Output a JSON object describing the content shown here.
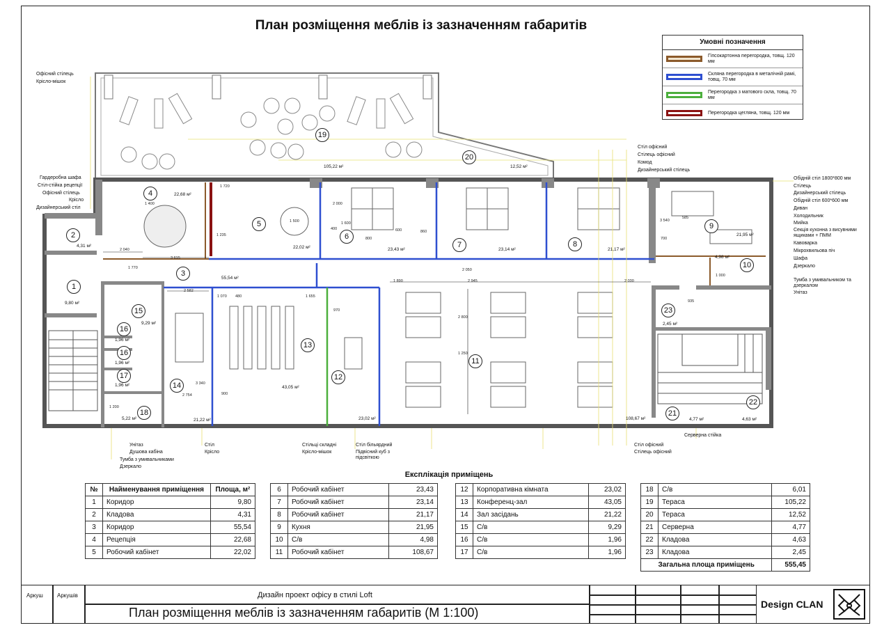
{
  "title": "План розміщення меблів із зазначенням габаритів",
  "legend": {
    "title": "Умовні позначення",
    "items": [
      {
        "label": "Гіпсокартонна перегородка, товщ. 120 мм",
        "color": "#8b5a2b"
      },
      {
        "label": "Скляна перегородка в металічній рамі, товщ. 70 мм",
        "color": "#2e4fd0"
      },
      {
        "label": "Перегородка з матового скла, товщ. 70 мм",
        "color": "#4caf3c"
      },
      {
        "label": "Перегородка цегляна, товщ. 120 мм",
        "color": "#8a1212"
      }
    ]
  },
  "callouts": {
    "top_left": [
      "Офісний стілець",
      "Крісло-мішок"
    ],
    "left": [
      "Гардеробна шафа",
      "Стіл-стійка рецепції",
      "Офісний стілець",
      "Крісло",
      "Дизайнерський стіл"
    ],
    "top_center": [
      "Стіл офісний",
      "Стілець офісний",
      "Комод",
      "Дизайнерський стілець"
    ],
    "right": [
      "Обідній стіл 1800*800 мм",
      "Стілець",
      "Дизайнерський стілець",
      "Обідній стіл 600*600 мм",
      "Диван",
      "Холодильник",
      "Мийка",
      "Секція кухонна з висувними ящиками + ПММ",
      "Кавоварка",
      "Мікрохвильова піч",
      "Шафа",
      "Дзеркало",
      "Тумба з умивальником та дзеркалом",
      "Унітаз"
    ],
    "bottom_wc": [
      "Унітаз",
      "Душова кабіна",
      "Тумба з умивальниками",
      "Дзеркало"
    ],
    "bottom_meet": [
      "Стіл",
      "Крісло"
    ],
    "bottom_conf": [
      "Стільці складні",
      "Крісло-мішок"
    ],
    "bottom_corp": [
      "Стіл більярдний",
      "Підвісний куб з підсвіткою"
    ],
    "bottom_office": [
      "Стіл офісний",
      "Стілець офісний"
    ],
    "bottom_server": "Серверна стійка"
  },
  "rooms": [
    {
      "no": "1",
      "area": "9,80 м²"
    },
    {
      "no": "2",
      "area": "4,31 м²"
    },
    {
      "no": "3",
      "area": "55,54 м²"
    },
    {
      "no": "4",
      "area": "22,68 м²"
    },
    {
      "no": "5",
      "area": "22,02 м²"
    },
    {
      "no": "6",
      "area": "23,43 м²"
    },
    {
      "no": "7",
      "area": "23,14 м²"
    },
    {
      "no": "8",
      "area": "21,17 м²"
    },
    {
      "no": "9",
      "area": "21,95 м²"
    },
    {
      "no": "10",
      "area": "4,98 м²"
    },
    {
      "no": "11",
      "area": "108,67 м²"
    },
    {
      "no": "12",
      "area": "23,02 м²"
    },
    {
      "no": "13",
      "area": "43,05 м²"
    },
    {
      "no": "14",
      "area": "21,22 м²"
    },
    {
      "no": "15",
      "area": "9,29 м²"
    },
    {
      "no": "16",
      "area": "1,96 м²"
    },
    {
      "no": "16",
      "area": "1,96 м²"
    },
    {
      "no": "17",
      "area": "1,96 м²"
    },
    {
      "no": "18",
      "area": "5,22 м²"
    },
    {
      "no": "19",
      "area": "105,22 м²"
    },
    {
      "no": "20",
      "area": "12,52 м²"
    },
    {
      "no": "21",
      "area": "4,77 м²"
    },
    {
      "no": "22",
      "area": "4,63 м²"
    },
    {
      "no": "23",
      "area": "2,45 м²"
    }
  ],
  "dims": [
    "1 720",
    "1 400",
    "2 000",
    "1 600",
    "800",
    "600",
    "400",
    "860",
    "1 500",
    "3 615",
    "2 040",
    "1 770",
    "2 582",
    "1 070",
    "1 655",
    "970",
    "1 890",
    "2 945",
    "2 030",
    "1 250",
    "2 800",
    "2 754",
    "3 340",
    "1 200",
    "900",
    "480",
    "700",
    "935",
    "1 000",
    "585",
    "3 540",
    "2 050",
    "1 235"
  ],
  "explication": {
    "title": "Експлікація приміщень",
    "headers": [
      "№",
      "Найменування приміщення",
      "Площа, м²"
    ],
    "col1": [
      [
        "1",
        "Коридор",
        "9,80"
      ],
      [
        "2",
        "Кладова",
        "4,31"
      ],
      [
        "3",
        "Коридор",
        "55,54"
      ],
      [
        "4",
        "Рецепція",
        "22,68"
      ],
      [
        "5",
        "Робочий кабінет",
        "22,02"
      ]
    ],
    "col2": [
      [
        "6",
        "Робочий кабінет",
        "23,43"
      ],
      [
        "7",
        "Робочий кабінет",
        "23,14"
      ],
      [
        "8",
        "Робочий кабінет",
        "21,17"
      ],
      [
        "9",
        "Кухня",
        "21,95"
      ],
      [
        "10",
        "С/в",
        "4,98"
      ],
      [
        "11",
        "Робочий кабінет",
        "108,67"
      ]
    ],
    "col3": [
      [
        "12",
        "Корпоративна кімната",
        "23,02"
      ],
      [
        "13",
        "Конференц-зал",
        "43,05"
      ],
      [
        "14",
        "Зал засідань",
        "21,22"
      ],
      [
        "15",
        "С/в",
        "9,29"
      ],
      [
        "16",
        "С/в",
        "1,96"
      ],
      [
        "17",
        "С/в",
        "1,96"
      ]
    ],
    "col4": [
      [
        "18",
        "С/в",
        "6,01"
      ],
      [
        "19",
        "Тераса",
        "105,22"
      ],
      [
        "20",
        "Тераса",
        "12,52"
      ],
      [
        "21",
        "Серверна",
        "4,77"
      ],
      [
        "22",
        "Кладова",
        "4,63"
      ],
      [
        "23",
        "Кладова",
        "2,45"
      ]
    ],
    "total_label": "Загальна площа приміщень",
    "total_value": "555,45"
  },
  "title_block": {
    "sheet": "Аркуш",
    "sheets": "Аркушів",
    "project": "Дизайн проект офісу в стилі Loft",
    "drawing": "План розміщення меблів із зазначенням габаритів (М 1:100)",
    "company": "Design CLAN"
  }
}
